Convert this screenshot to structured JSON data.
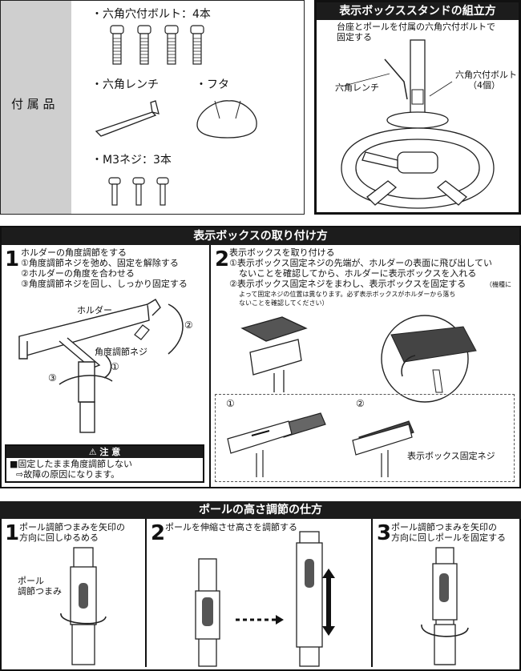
{
  "accessories": {
    "label": "付 属 品",
    "bolts": "・六角穴付ボルト：4本",
    "wrench": "・六角レンチ",
    "lid": "・フタ",
    "screws": "・M3ネジ：3本"
  },
  "stand": {
    "title": "表示ボックススタンドの組立方",
    "desc": [
      "台座とポールを付属の六角穴付ボルトで",
      "固定する"
    ],
    "wrench_label": "六角レンチ",
    "bolt_label": [
      "六角穴付ボルト",
      "（4個）"
    ]
  },
  "mount": {
    "title": "表示ボックスの取り付け方",
    "step1": {
      "num": "1",
      "lines": [
        "ホルダーの角度調節をする",
        "①角度調節ネジを弛め、固定を解除する",
        "②ホルダーの角度を合わせる",
        "③角度調節ネジを回し、しっかり固定する"
      ],
      "holder_label": "ホルダー",
      "screw_label": "角度調節ネジ",
      "c1": "①",
      "c2": "②",
      "c3": "③"
    },
    "step2": {
      "num": "2",
      "lines": [
        "表示ボックスを取り付ける",
        "①表示ボックス固定ネジの先端が、ホルダーの表面に飛び出してい",
        "ないことを確認してから、ホルダーに表示ボックスを入れる",
        "②表示ボックス固定ネジをまわし、表示ボックスを固定する"
      ],
      "note": [
        "（機種に",
        "よって固定ネジの位置は異なります。必ず表示ボックスがホルダーから落ち",
        "ないことを確認してください）"
      ],
      "d1": "①",
      "d2": "②",
      "screw_label": "表示ボックス固定ネジ"
    },
    "caution": {
      "title": "⚠ 注 意",
      "line1": "■固定したまま角度調節しない",
      "line2": "⇨故障の原因になります。"
    }
  },
  "pole": {
    "title": "ポールの高さ調節の仕方",
    "step1": {
      "num": "1",
      "lines": [
        "ポール調節つまみを矢印の",
        "方向に回しゆるめる"
      ],
      "knob_label": [
        "ポール",
        "調節つまみ"
      ]
    },
    "step2": {
      "num": "2",
      "lines": [
        "ポールを伸縮させ高さを調節する"
      ]
    },
    "step3": {
      "num": "3",
      "lines": [
        "ポール調節つまみを矢印の",
        "方向に回しポールを固定する"
      ]
    }
  }
}
